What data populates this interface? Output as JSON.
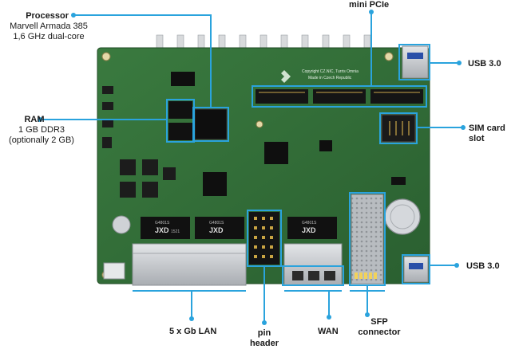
{
  "labels": {
    "processor": {
      "title": "Processor",
      "line1": "Marvell Armada 385",
      "line2": "1,6 GHz dual-core"
    },
    "ram": {
      "title": "RAM",
      "line1": "1 GB DDR3",
      "line2": "(optionally 2 GB)"
    },
    "mini_pcie": "mini PCIe",
    "usb_top": "USB 3.0",
    "sim_slot": "SIM card slot",
    "usb_bottom": "USB 3.0",
    "lan": "5 x Gb LAN",
    "pin_header": {
      "line1": "pin",
      "line2": "header"
    },
    "wan": "WAN",
    "sfp": {
      "line1": "SFP",
      "line2": "connector"
    }
  },
  "board_text": {
    "copyright": "Copyright CZ.NIC, Turris Omnia",
    "made_in": "Made in Czech Republic",
    "chip_brand": "JXD",
    "chip_code": "G4801S",
    "chip_code_b": "1521"
  },
  "colors": {
    "pcb": "#2f6b35",
    "callout": "#2aa3dd",
    "chip": "#111111",
    "port_metal": "#c9ccd0"
  }
}
